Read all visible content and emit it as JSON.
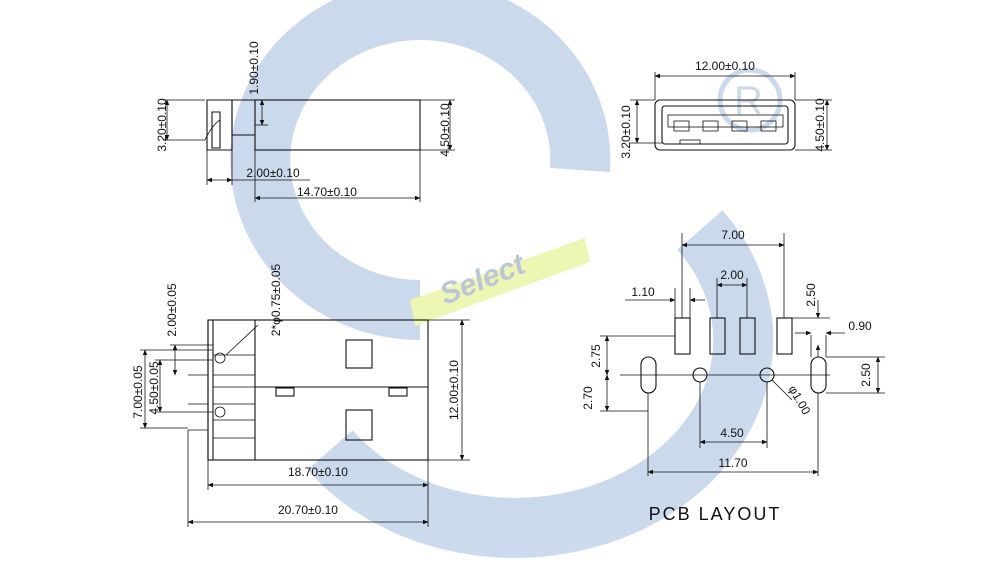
{
  "watermark": {
    "brand": "Select",
    "color": "#c8d8ec",
    "accent": "#eef6b0"
  },
  "side_view": {
    "d1": "3.20±0.10",
    "d2": "1.90±0.10",
    "d3": "4.50±0.10",
    "d4": "2.00±0.10",
    "d5": "14.70±0.10"
  },
  "front_view": {
    "width": "12.00±0.10",
    "left": "3.20±0.10",
    "right": "4.50±0.10"
  },
  "top_view": {
    "a": "2.00±0.05",
    "b": "2*φ0.75±0.05",
    "c": "7.00±0.05",
    "d": "4.50±0.05",
    "e": "12.00±0.10",
    "f": "18.70±0.10",
    "g": "20.70±0.10"
  },
  "pcb": {
    "title": "PCB LAYOUT",
    "d700": "7.00",
    "d200": "2.00",
    "d110": "1.10",
    "d250a": "2.50",
    "d090": "0.90",
    "d275": "2.75",
    "d270": "2.70",
    "d250b": "2.50",
    "d100": "φ1.00",
    "d450": "4.50",
    "d1170": "11.70"
  }
}
